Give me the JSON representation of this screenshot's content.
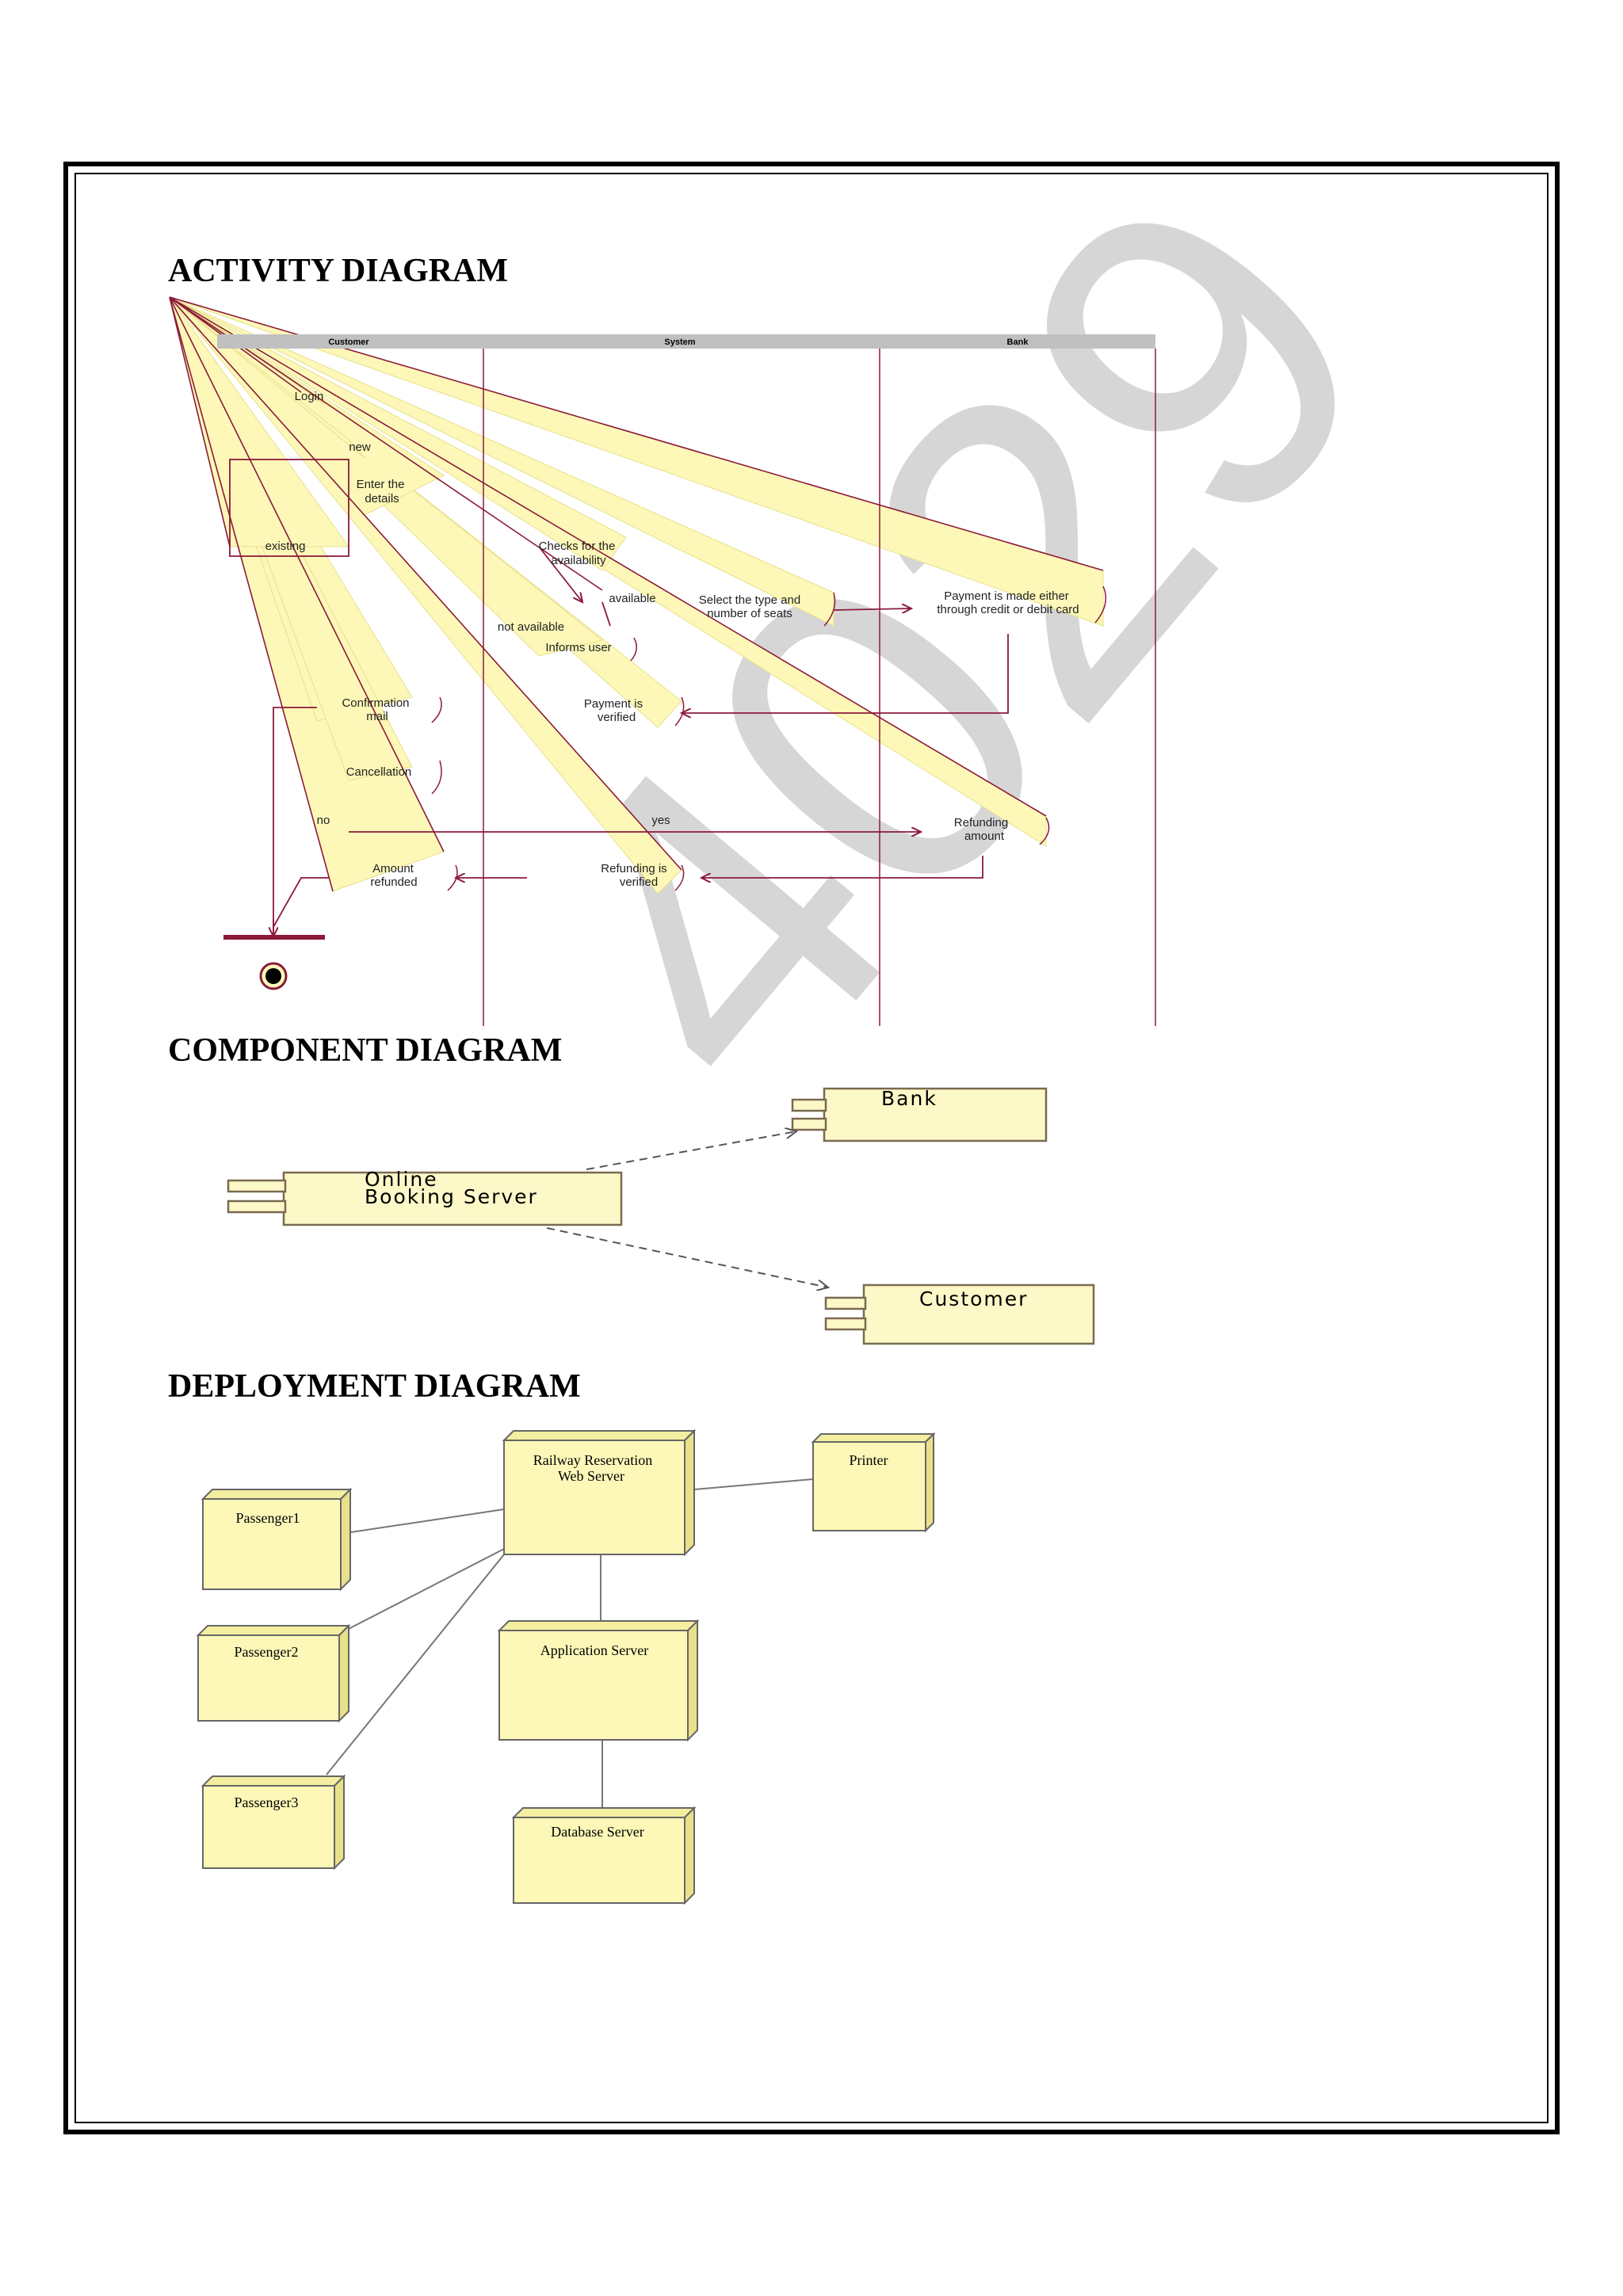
{
  "watermark": "4029",
  "headings": {
    "activity": "ACTIVITY DIAGRAM",
    "component": "COMPONENT DIAGRAM",
    "deployment": "DEPLOYMENT DIAGRAM"
  },
  "activity": {
    "lanes": [
      "Customer",
      "System",
      "Bank"
    ],
    "nodes": {
      "login": "Login",
      "new": "new",
      "enter_1": "Enter the",
      "enter_2": "details",
      "existing": "existing",
      "checks_1": "Checks for the",
      "checks_2": "availability",
      "available": "available",
      "not_available": "not available",
      "select_1": "Select the type and",
      "select_2": "number of seats",
      "payment_1": "Payment is made either",
      "payment_2": "through credit or debit card",
      "informs": "Informs user",
      "pverified_1": "Payment is",
      "pverified_2": "verified",
      "confirm_1": "Confirmation",
      "confirm_2": "mail",
      "cancellation": "Cancellation",
      "no": "no",
      "yes": "yes",
      "refunding_1": "Refunding",
      "refunding_2": "amount",
      "rverified_1": "Refunding is",
      "rverified_2": "verified",
      "refunded_1": "Amount",
      "refunded_2": "refunded"
    }
  },
  "component": {
    "bank": "Bank",
    "server_1": "Online",
    "server_2": "Booking Server",
    "customer": "Customer"
  },
  "deployment": {
    "web_1": "Railway Reservation",
    "web_2": "Web Server",
    "printer": "Printer",
    "p1": "Passenger1",
    "p2": "Passenger2",
    "p3": "Passenger3",
    "app": "Application Server",
    "db": "Database Server"
  },
  "colors": {
    "fill": "#fdf8b8",
    "line": "#8b1a3a",
    "heading": "#000000"
  }
}
